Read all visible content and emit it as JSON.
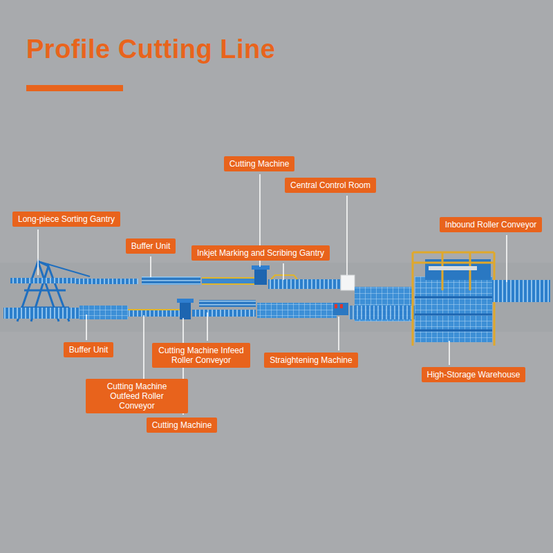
{
  "diagram": {
    "title": "Profile Cutting Line",
    "nodes": [
      {
        "text": [
          "Cutting Machine"
        ]
      },
      {
        "text": [
          "Central Control Room"
        ]
      },
      {
        "text": [
          "Long-piece Sorting Gantry"
        ]
      },
      {
        "text": [
          "Inbound Roller Conveyor"
        ]
      },
      {
        "text": [
          "Buffer Unit"
        ]
      },
      {
        "text": [
          "Inkjet Marking and Scribing Gantry"
        ]
      },
      {
        "text": [
          "Buffer Unit"
        ]
      },
      {
        "text": [
          "Cutting Machine Infeed Roller Conveyor"
        ]
      },
      {
        "text": [
          "Straightening Machine"
        ]
      },
      {
        "text": [
          "High-Storage Warehouse"
        ]
      },
      {
        "text": [
          "Cutting Machine Outfeed Roller Conveyor"
        ]
      },
      {
        "text": [
          "Cutting Machine"
        ]
      }
    ]
  }
}
